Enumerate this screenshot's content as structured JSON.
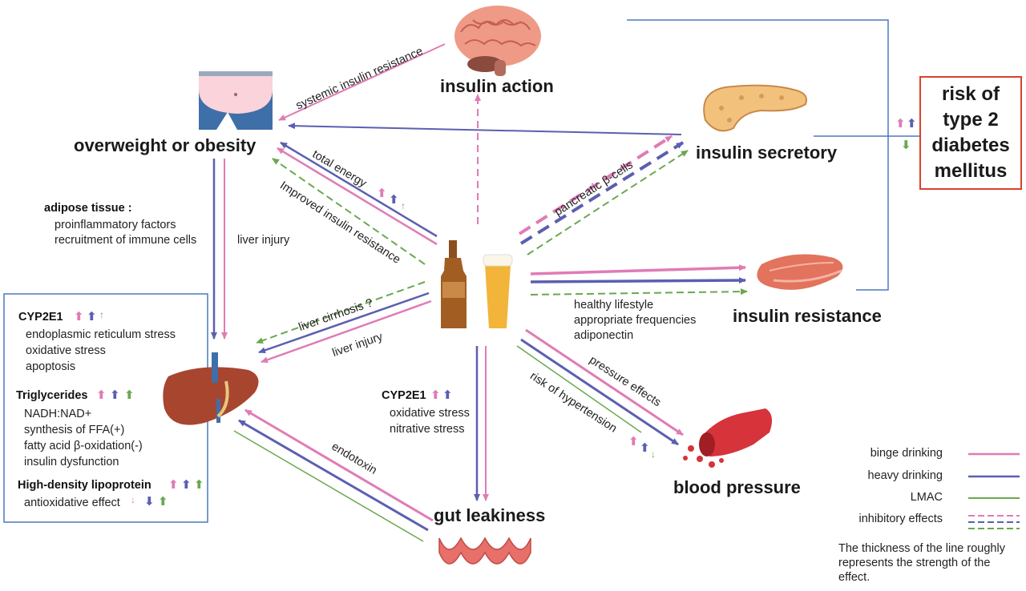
{
  "nodes": {
    "insulin_action": "insulin action",
    "overweight": "overweight or obesity",
    "insulin_secretory": "insulin secretory",
    "insulin_resistance": "insulin resistance",
    "blood_pressure": "blood pressure",
    "gut_leakiness": "gut leakiness"
  },
  "risk": [
    "risk of",
    "type 2",
    "diabetes",
    "mellitus"
  ],
  "edges": {
    "systemic": "systemic insulin resistance",
    "total_energy": "total energy",
    "improved": "Improved insulin resistance",
    "pancreatic": "pancreatic β-cells",
    "liver_injury_top": "liver injury",
    "liver_cirrhosis": "liver cirrhosis ?",
    "liver_injury": "liver injury",
    "endotoxin": "endotoxin",
    "pressure_effects": "pressure effects",
    "hypertension": "risk of hypertension"
  },
  "adipose": {
    "title": "adipose tissue :",
    "items": [
      "proinflammatory factors",
      "recruitment of immune cells"
    ]
  },
  "resistance_notes": [
    "healthy lifestyle",
    "appropriate frequencies",
    "adiponectin"
  ],
  "gut_notes": {
    "title": "CYP2E1",
    "items": [
      "oxidative stress",
      "nitrative stress"
    ]
  },
  "liver_box": {
    "cyp": "CYP2E1",
    "cyp_items": [
      "endoplasmic reticulum stress",
      "oxidative stress",
      "apoptosis"
    ],
    "tg": "Triglycerides",
    "tg_items": [
      "NADH:NAD+",
      "synthesis of FFA(+)",
      "fatty acid β-oxidation(-)",
      "insulin dysfunction"
    ],
    "hdl": "High-density lipoprotein",
    "hdl_items": [
      "antioxidative effect"
    ]
  },
  "legend": {
    "items": [
      "binge drinking",
      "heavy drinking",
      "LMAC",
      "inhibitory effects"
    ],
    "note": [
      "The thickness of the line roughly",
      "represents the strength of the",
      "effect."
    ]
  },
  "colors": {
    "binge": "#e07bb5",
    "heavy": "#5b5fb0",
    "lmac": "#6aa84f",
    "box_border": "#4a78c0",
    "risk_border": "#d9412e"
  },
  "icons": [
    "brain-icon",
    "belly-icon",
    "pancreas-icon",
    "muscle-icon",
    "blood-vessel-icon",
    "intestine-icon",
    "liver-icon",
    "beer-bottle-icon",
    "beer-glass-icon"
  ]
}
